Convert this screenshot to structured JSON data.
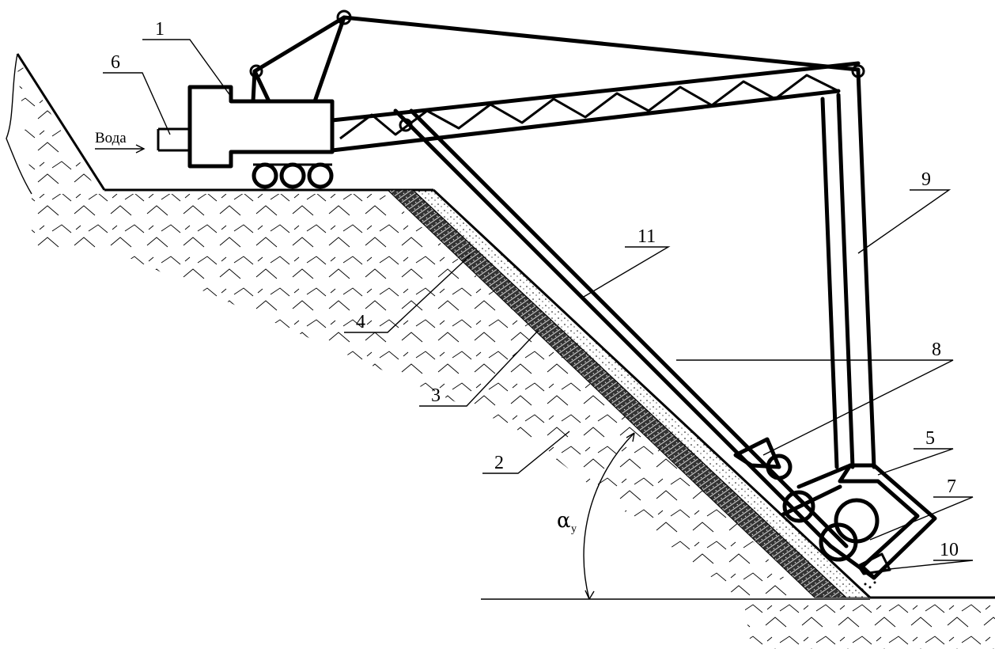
{
  "labels": {
    "l1": "1",
    "l2": "2",
    "l3": "3",
    "l4": "4",
    "l5": "5",
    "l6": "6",
    "l7": "7",
    "l8": "8",
    "l9": "9",
    "l10": "10",
    "l11": "11"
  },
  "water_label": "Вода",
  "angle_symbol": "α",
  "angle_subscript": "у"
}
